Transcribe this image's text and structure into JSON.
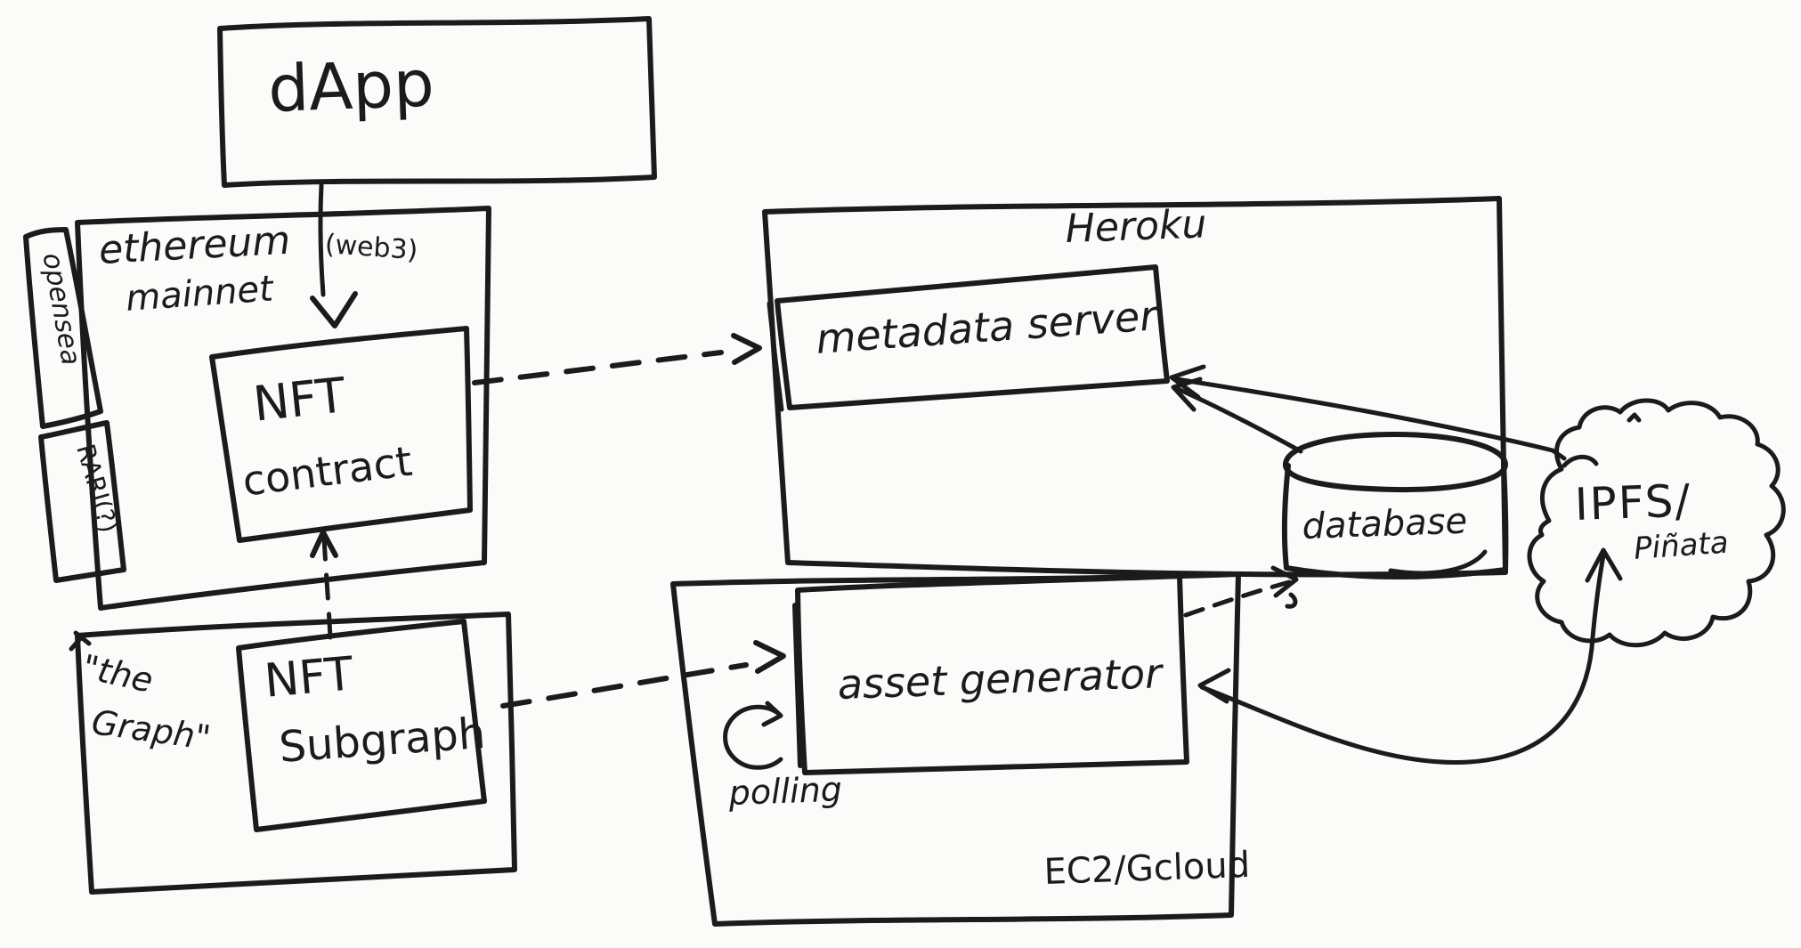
{
  "meta": {
    "description": "Hand-drawn NFT dApp architecture sketch on white paper"
  },
  "colors": {
    "ink": "#1b1b1b",
    "paper": "#fbfbfa"
  },
  "nodes": {
    "dapp": {
      "label": "dApp"
    },
    "ethereum": {
      "line1": "ethereum",
      "line2": "mainnet"
    },
    "opensea": {
      "label": "opensea"
    },
    "rari": {
      "label": "RARI(?)"
    },
    "nft_contract": {
      "line1": "NFT",
      "line2": "contract"
    },
    "web3": {
      "label": "(web3)"
    },
    "the_graph": {
      "line1": "\"the",
      "line2": "Graph\""
    },
    "nft_subgraph": {
      "line1": "NFT",
      "line2": "Subgraph"
    },
    "heroku": {
      "label": "Heroku"
    },
    "metadata_server": {
      "label": "metadata server"
    },
    "database": {
      "label": "database"
    },
    "asset_generator": {
      "label": "asset generator"
    },
    "polling": {
      "label": "polling"
    },
    "ec2": {
      "label": "EC2/Gcloud"
    },
    "ipfs": {
      "line1": "IPFS/",
      "line2": "Piñata"
    }
  },
  "edges": [
    {
      "from": "dApp",
      "to": "NFT contract",
      "label": "(web3)",
      "style": "solid",
      "arrowhead": "at NFT contract"
    },
    {
      "from": "NFT contract",
      "to": "metadata server",
      "style": "dashed",
      "arrowhead": "at metadata server"
    },
    {
      "from": "NFT Subgraph",
      "to": "NFT contract",
      "style": "dashed",
      "arrowhead": "at NFT contract"
    },
    {
      "from": "NFT Subgraph",
      "to": "asset generator",
      "style": "dashed",
      "arrowhead": "at asset generator"
    },
    {
      "from": "database",
      "to": "metadata server",
      "style": "solid",
      "arrowhead": "at metadata server"
    },
    {
      "from": "IPFS/Piñata",
      "to": "metadata server",
      "style": "solid",
      "arrowhead": "at metadata server"
    },
    {
      "from": "asset generator",
      "to": "database",
      "style": "dashed",
      "arrowhead": "at database"
    },
    {
      "from": "asset generator",
      "to": "IPFS/Piñata",
      "style": "solid",
      "arrowhead": "both ends"
    }
  ]
}
